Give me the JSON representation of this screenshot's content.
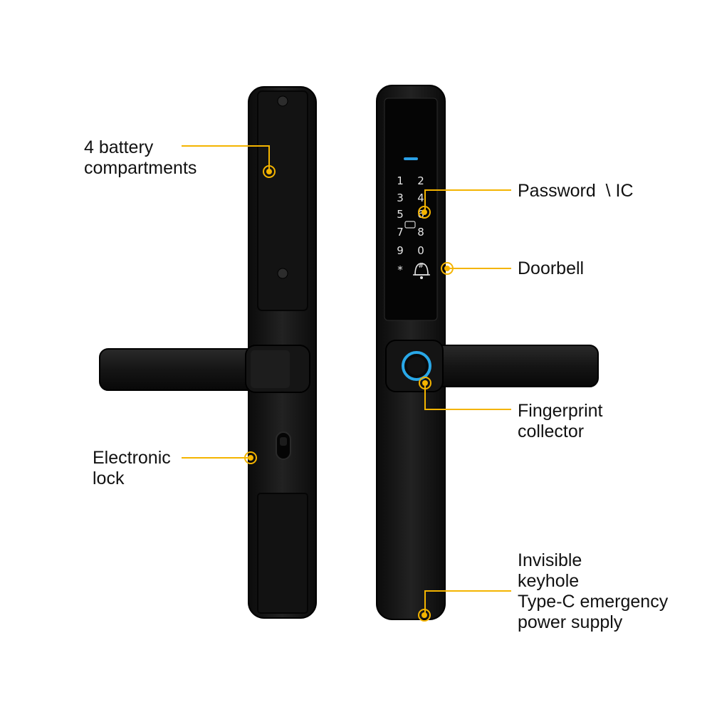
{
  "accent_color": "#F4B400",
  "product_color": "#141414",
  "keypad": {
    "keys": [
      "1",
      "2",
      "3",
      "4",
      "5",
      "6",
      "7",
      "8",
      "9",
      "0",
      "*",
      "#"
    ]
  },
  "callouts": {
    "battery": {
      "line1": "4 battery",
      "line2": "compartments"
    },
    "password": {
      "line1": "Password  \\ IC"
    },
    "doorbell": {
      "line1": "Doorbell"
    },
    "fingerprint": {
      "line1": "Fingerprint",
      "line2": "collector"
    },
    "electronic_lock": {
      "line1": "Electronic",
      "line2": "lock"
    },
    "keyhole": {
      "line1": "Invisible",
      "line2": "keyhole",
      "line3": "Type-C emergency",
      "line4": "power supply"
    }
  }
}
